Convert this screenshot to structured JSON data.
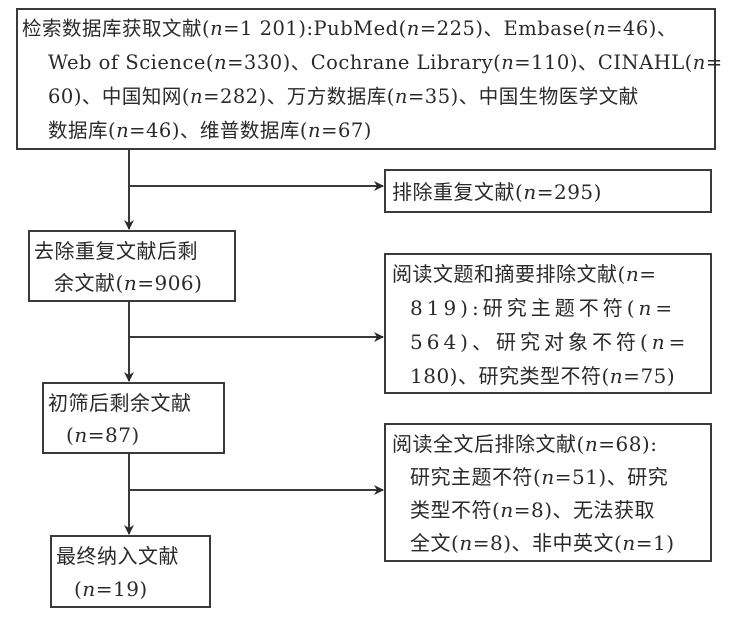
{
  "diagram": {
    "type": "PRISMA literature screening flow",
    "nodes": {
      "identified": {
        "lines": [
          "检索数据库获取文献(n=1 201):PubMed(n=225)、Embase(n=46)、",
          "Web of Science(n=330)、Cochrane Library(n=110)、CINAHL(n=",
          "60)、中国知网(n=282)、万方数据库(n=35)、中国生物医学文献",
          "数据库(n=46)、维普数据库(n=67)"
        ]
      },
      "duplicates_removed": {
        "lines": [
          "排除重复文献(n=295)"
        ]
      },
      "after_dedup": {
        "lines": [
          "去除重复文献后剩",
          "余文献(n=906)"
        ]
      },
      "title_abstract_excluded": {
        "lines": [
          "阅读文题和摘要排除文献(n=",
          "819):研究主题不符(n=",
          "564)、研究对象不符(n=",
          "180)、研究类型不符(n=75)"
        ]
      },
      "after_screening": {
        "lines": [
          "初筛后剩余文献",
          "(n=87)"
        ]
      },
      "fulltext_excluded": {
        "lines": [
          "阅读全文后排除文献(n=68):",
          "研究主题不符(n=51)、研究",
          "类型不符(n=8)、无法获取",
          "全文(n=8)、非中英文(n=1)"
        ]
      },
      "included": {
        "lines": [
          "最终纳入文献",
          "(n=19)"
        ]
      }
    },
    "counts": {
      "total_retrieved": 1201,
      "sources": [
        {
          "name": "PubMed",
          "n": 225
        },
        {
          "name": "Embase",
          "n": 46
        },
        {
          "name": "Web of Science",
          "n": 330
        },
        {
          "name": "Cochrane Library",
          "n": 110
        },
        {
          "name": "CINAHL",
          "n": 60
        },
        {
          "name": "中国知网",
          "n": 282
        },
        {
          "name": "万方数据库",
          "n": 35
        },
        {
          "name": "中国生物医学文献数据库",
          "n": 46
        },
        {
          "name": "维普数据库",
          "n": 67
        }
      ],
      "duplicates": 295,
      "after_dedup": 906,
      "title_abstract_excluded": 819,
      "excluded_topic_mismatch_1": 564,
      "excluded_subject_mismatch": 180,
      "excluded_type_mismatch_1": 75,
      "after_screening": 87,
      "fulltext_excluded": 68,
      "excluded_topic_mismatch_2": 51,
      "excluded_type_mismatch_2": 8,
      "excluded_no_fulltext": 8,
      "excluded_non_cn_en": 1,
      "included": 19
    },
    "edges": [
      {
        "from": "identified",
        "to": "after_dedup"
      },
      {
        "from": "identified",
        "to": "duplicates_removed"
      },
      {
        "from": "after_dedup",
        "to": "after_screening"
      },
      {
        "from": "after_dedup",
        "to": "title_abstract_excluded"
      },
      {
        "from": "after_screening",
        "to": "included"
      },
      {
        "from": "after_screening",
        "to": "fulltext_excluded"
      }
    ]
  }
}
